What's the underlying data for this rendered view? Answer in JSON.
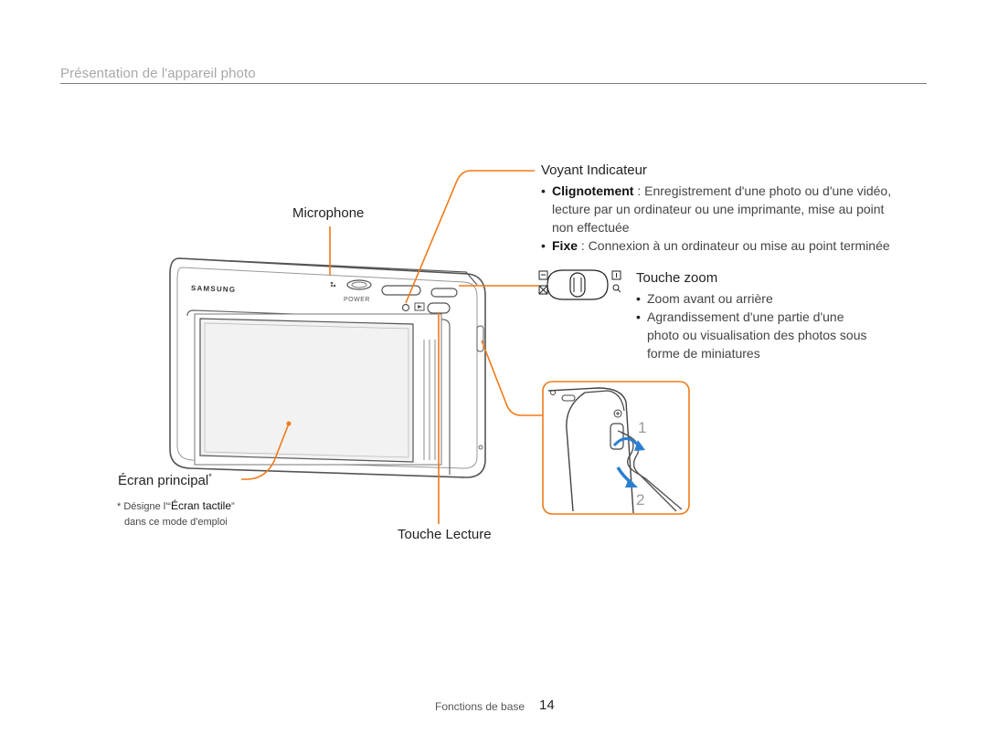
{
  "header": {
    "section_title": "Présentation de l'appareil photo"
  },
  "camera": {
    "brand": "SAMSUNG",
    "power_label": "POWER"
  },
  "labels": {
    "microphone": "Microphone",
    "voyant": "Voyant Indicateur",
    "touche_zoom": "Touche zoom",
    "ecran_principal": "Écran principal",
    "ecran_asterisk": "*",
    "touche_lecture": "Touche Lecture"
  },
  "voyant_info": {
    "item1_term": "Clignotement",
    "item1_text_1": " : Enregistrement d'une photo ou d'une vidéo,",
    "item1_text_2": "lecture par un ordinateur ou une imprimante, mise au point",
    "item1_text_3": "non effectuée",
    "item2_term": "Fixe",
    "item2_text": " : Connexion à un ordinateur ou mise au point terminée"
  },
  "zoom_info": {
    "item1": "Zoom avant ou arrière",
    "item2_1": "Agrandissement d'une partie d'une",
    "item2_2": "photo ou visualisation des photos sous",
    "item2_3": "forme de miniatures"
  },
  "ecran_note": {
    "line1_prefix": "* Désigne l'“",
    "line1_term": "Écran tactile",
    "line1_suffix": "”",
    "line2": "dans ce mode d'emploi"
  },
  "strap_steps": {
    "step1": "1",
    "step2": "2"
  },
  "footer": {
    "section": "Fonctions de base",
    "page": "14"
  },
  "colors": {
    "accent_orange": "#f07a1a",
    "title_gray": "#a8a8a8",
    "strap_blue": "#2b7fd1"
  }
}
